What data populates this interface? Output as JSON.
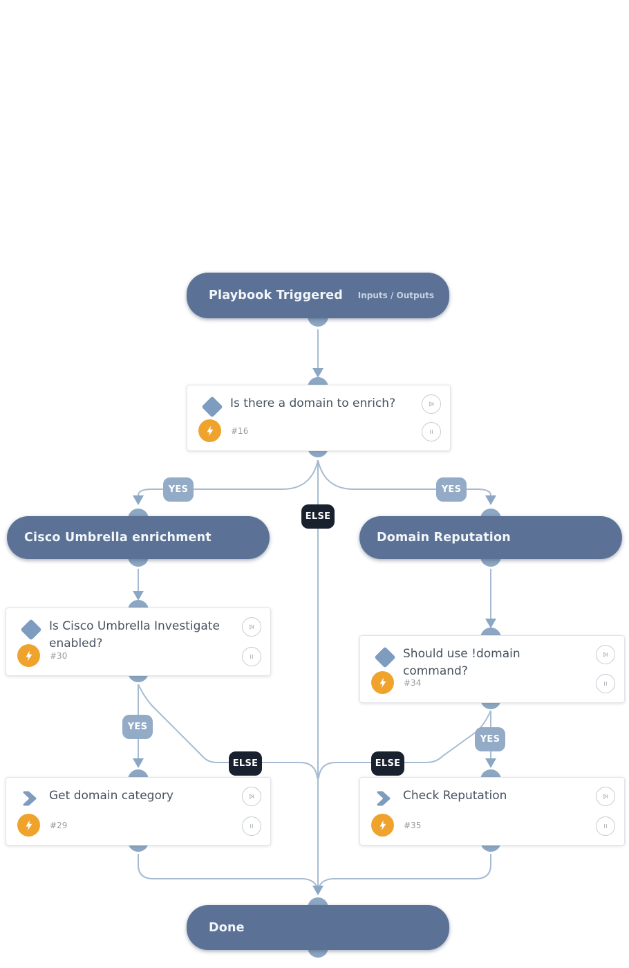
{
  "app": {
    "name": "playbook-workflow"
  },
  "labels": {
    "yes": "YES",
    "else": "ELSE"
  },
  "nodes": {
    "trigger": {
      "title": "Playbook Triggered",
      "action": "Inputs / Outputs"
    },
    "cond_domain": {
      "title": "Is there a domain to enrich?",
      "id": "#16"
    },
    "umbrella": {
      "title": "Cisco Umbrella enrichment"
    },
    "domain_reputation": {
      "title": "Domain Reputation"
    },
    "cond_investigate": {
      "title": "Is Cisco Umbrella Investigate enabled?",
      "id": "#30"
    },
    "cond_command": {
      "title": "Should use !domain command?",
      "id": "#34"
    },
    "get_category": {
      "title": "Get domain category",
      "id": "#29"
    },
    "check_reputation": {
      "title": "Check Reputation",
      "id": "#35"
    },
    "done": {
      "title": "Done"
    }
  },
  "colors": {
    "node_fill": "#5b7296",
    "connector_line": "#a6bbd1",
    "port": "#8ca7c3",
    "yes_badge": "#93abc6",
    "else_badge": "#19202e",
    "task_icon": "#7d9cbf",
    "bolt_circle": "#efa32c",
    "card_title_text": "#47525e",
    "task_number_text": "#9b9b9b"
  }
}
